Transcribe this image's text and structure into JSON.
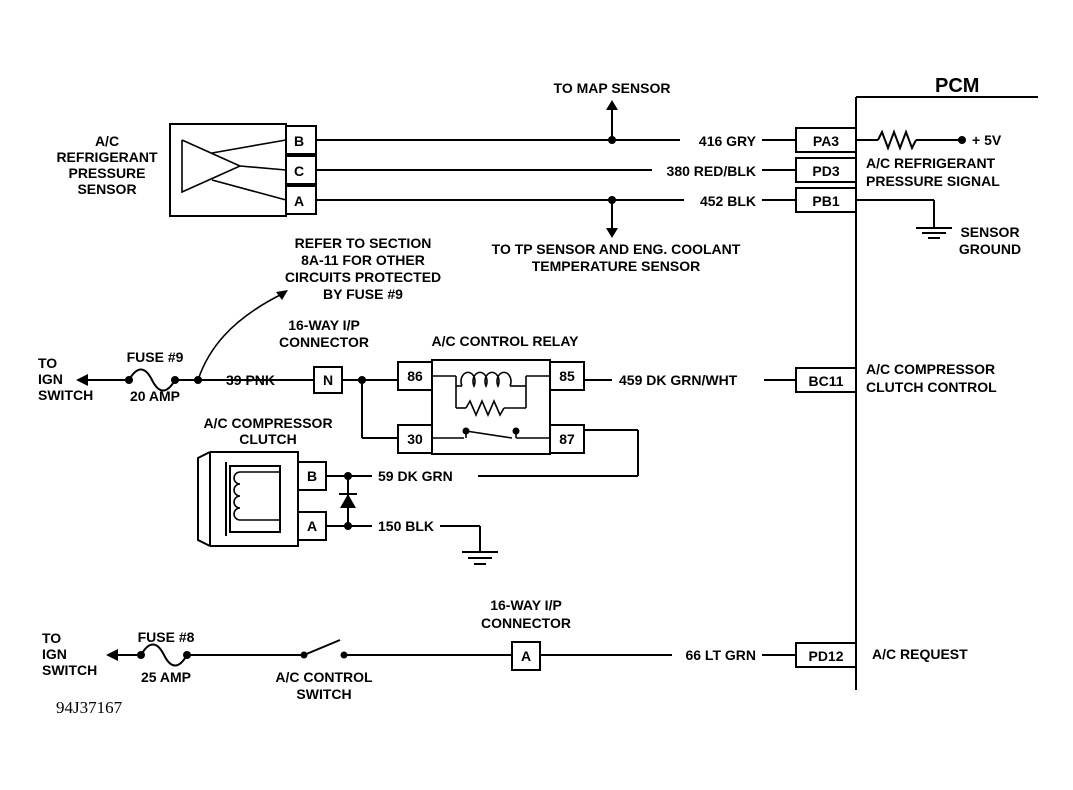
{
  "pcm": {
    "title": "PCM"
  },
  "pins": {
    "pa3": "PA3",
    "pd3": "PD3",
    "pb1": "PB1",
    "bc11": "BC11",
    "pd12": "PD12"
  },
  "pcm_labels": {
    "plus5v": "+ 5V",
    "refrig_signal_1": "A/C REFRIGERANT",
    "refrig_signal_2": "PRESSURE SIGNAL",
    "sensor_ground_1": "SENSOR",
    "sensor_ground_2": "GROUND",
    "comp_clutch_control_1": "A/C COMPRESSOR",
    "comp_clutch_control_2": "CLUTCH CONTROL",
    "ac_request": "A/C REQUEST"
  },
  "pressure_sensor": {
    "label_lines": [
      "A/C",
      "REFRIGERANT",
      "PRESSURE",
      "SENSOR"
    ],
    "pins": [
      "B",
      "C",
      "A"
    ]
  },
  "wires": {
    "w416": "416 GRY",
    "w380": "380 RED/BLK",
    "w452": "452 BLK",
    "w39": "39 PNK",
    "w459": "459 DK GRN/WHT",
    "w59": "59 DK GRN",
    "w150": "150 BLK",
    "w66": "66 LT GRN"
  },
  "branches": {
    "to_map": "TO MAP SENSOR",
    "to_tp_1": "TO TP SENSOR AND ENG. COOLANT",
    "to_tp_2": "TEMPERATURE SENSOR"
  },
  "fuse9": {
    "name": "FUSE #9",
    "rating": "20 AMP",
    "note": [
      "REFER TO SECTION",
      "8A-11 FOR OTHER",
      "CIRCUITS PROTECTED",
      "BY FUSE #9"
    ]
  },
  "fuse8": {
    "name": "FUSE #8",
    "rating": "25 AMP"
  },
  "ign_switch_1": [
    "TO",
    "IGN",
    "SWITCH"
  ],
  "ign_switch_2": [
    "TO",
    "IGN",
    "SWITCH"
  ],
  "connector_top": {
    "label": [
      "16-WAY I/P",
      "CONNECTOR"
    ],
    "pin": "N"
  },
  "connector_bottom": {
    "label": [
      "16-WAY I/P",
      "CONNECTOR"
    ],
    "pin": "A"
  },
  "relay": {
    "title": "A/C CONTROL RELAY",
    "pins": [
      "86",
      "85",
      "30",
      "87"
    ]
  },
  "clutch": {
    "label": [
      "A/C COMPRESSOR",
      "CLUTCH"
    ],
    "pins": [
      "B",
      "A"
    ]
  },
  "control_switch": {
    "label": [
      "A/C CONTROL",
      "SWITCH"
    ]
  },
  "figure_code": "94J37167"
}
